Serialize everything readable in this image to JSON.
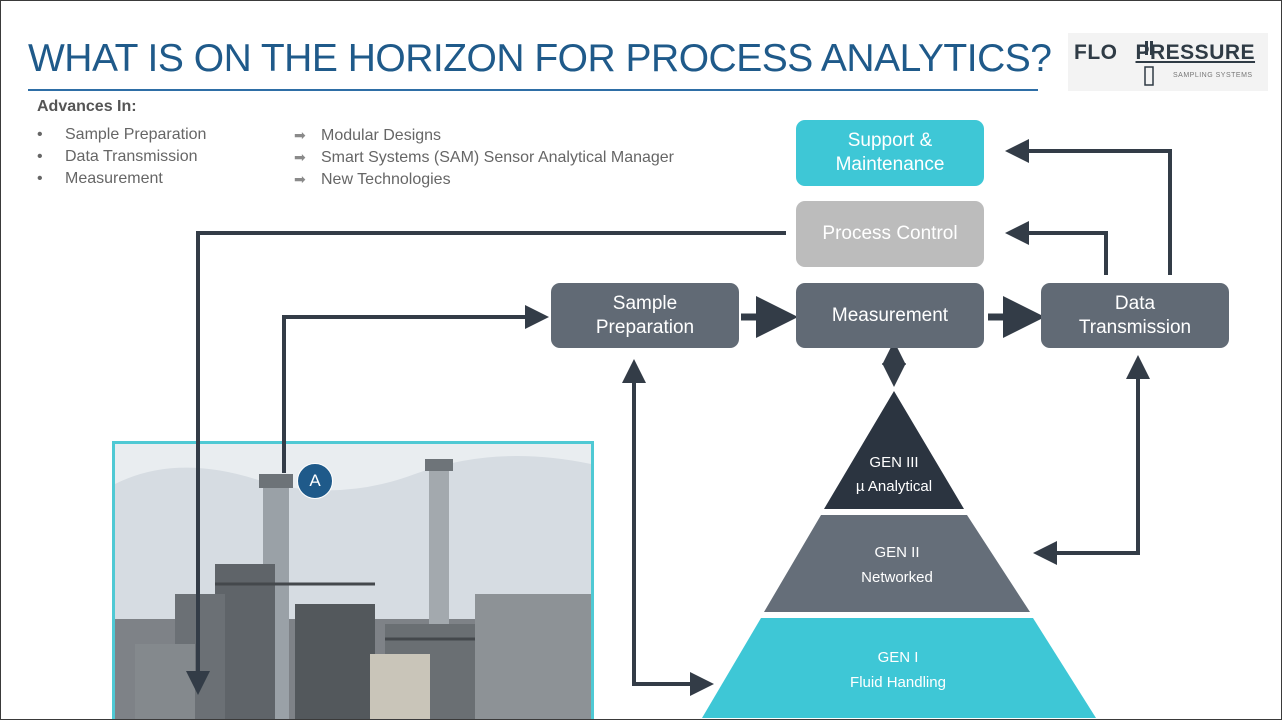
{
  "title": "WHAT IS ON THE HORIZON FOR PROCESS ANALYTICS?",
  "logo": {
    "text_left": "FLO",
    "text_right": "PRESSURE",
    "subtext": "SAMPLING SYSTEMS"
  },
  "advances": {
    "heading": "Advances In:",
    "areas": [
      "Sample Preparation",
      "Data Transmission",
      "Measurement"
    ],
    "results": [
      "Modular Designs",
      "Smart Systems (SAM) Sensor Analytical Manager",
      "New Technologies"
    ]
  },
  "boxes": {
    "support": "Support & Maintenance",
    "process_control": "Process Control",
    "sample_prep": "Sample Preparation",
    "measurement": "Measurement",
    "data_transmission": "Data Transmission"
  },
  "pyramid": {
    "gen3_title": "GEN III",
    "gen3_sub": "µ Analytical",
    "gen2_title": "GEN II",
    "gen2_sub": "Networked",
    "gen1_title": "GEN I",
    "gen1_sub": "Fluid Handling"
  },
  "badge": "A",
  "colors": {
    "title": "#1f5a8a",
    "teal": "#3ec7d6",
    "box_dark": "#616a75",
    "box_gray": "#bcbcbc",
    "gen3": "#2b3440",
    "arrow": "#333c47"
  }
}
